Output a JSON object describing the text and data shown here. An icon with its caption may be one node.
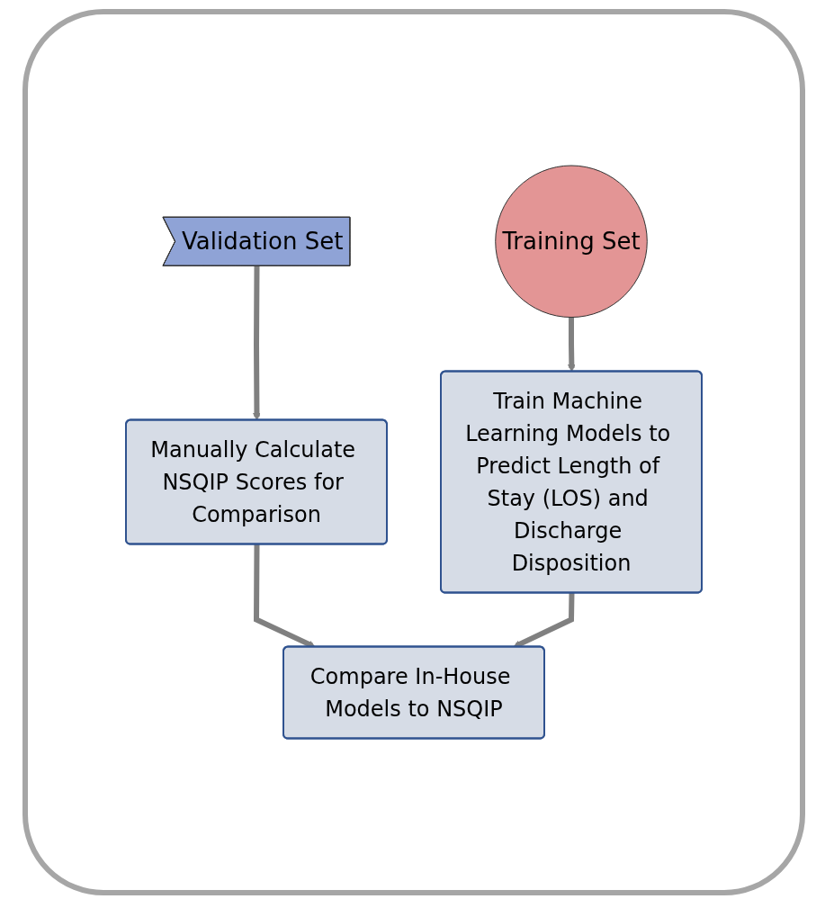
{
  "diagram": {
    "nodes": [
      {
        "text": [
          "Validation Set"
        ]
      },
      {
        "text": [
          "Training Set"
        ]
      },
      {
        "text": [
          "Manually Calculate NSQIP Scores for Comparison"
        ]
      },
      {
        "text": [
          "Train Machine Learning Models to Predict Length of Stay (LOS) and Discharge Disposition"
        ]
      },
      {
        "text": [
          "Compare In-House Models to NSQIP"
        ]
      }
    ],
    "edges": [
      {
        "from": 0,
        "to": 2,
        "arrow": "to"
      },
      {
        "from": 2,
        "to": 4,
        "arrow": "to"
      },
      {
        "from": 1,
        "to": 3,
        "arrow": "to"
      },
      {
        "from": 3,
        "to": 4,
        "arrow": "to"
      }
    ]
  }
}
